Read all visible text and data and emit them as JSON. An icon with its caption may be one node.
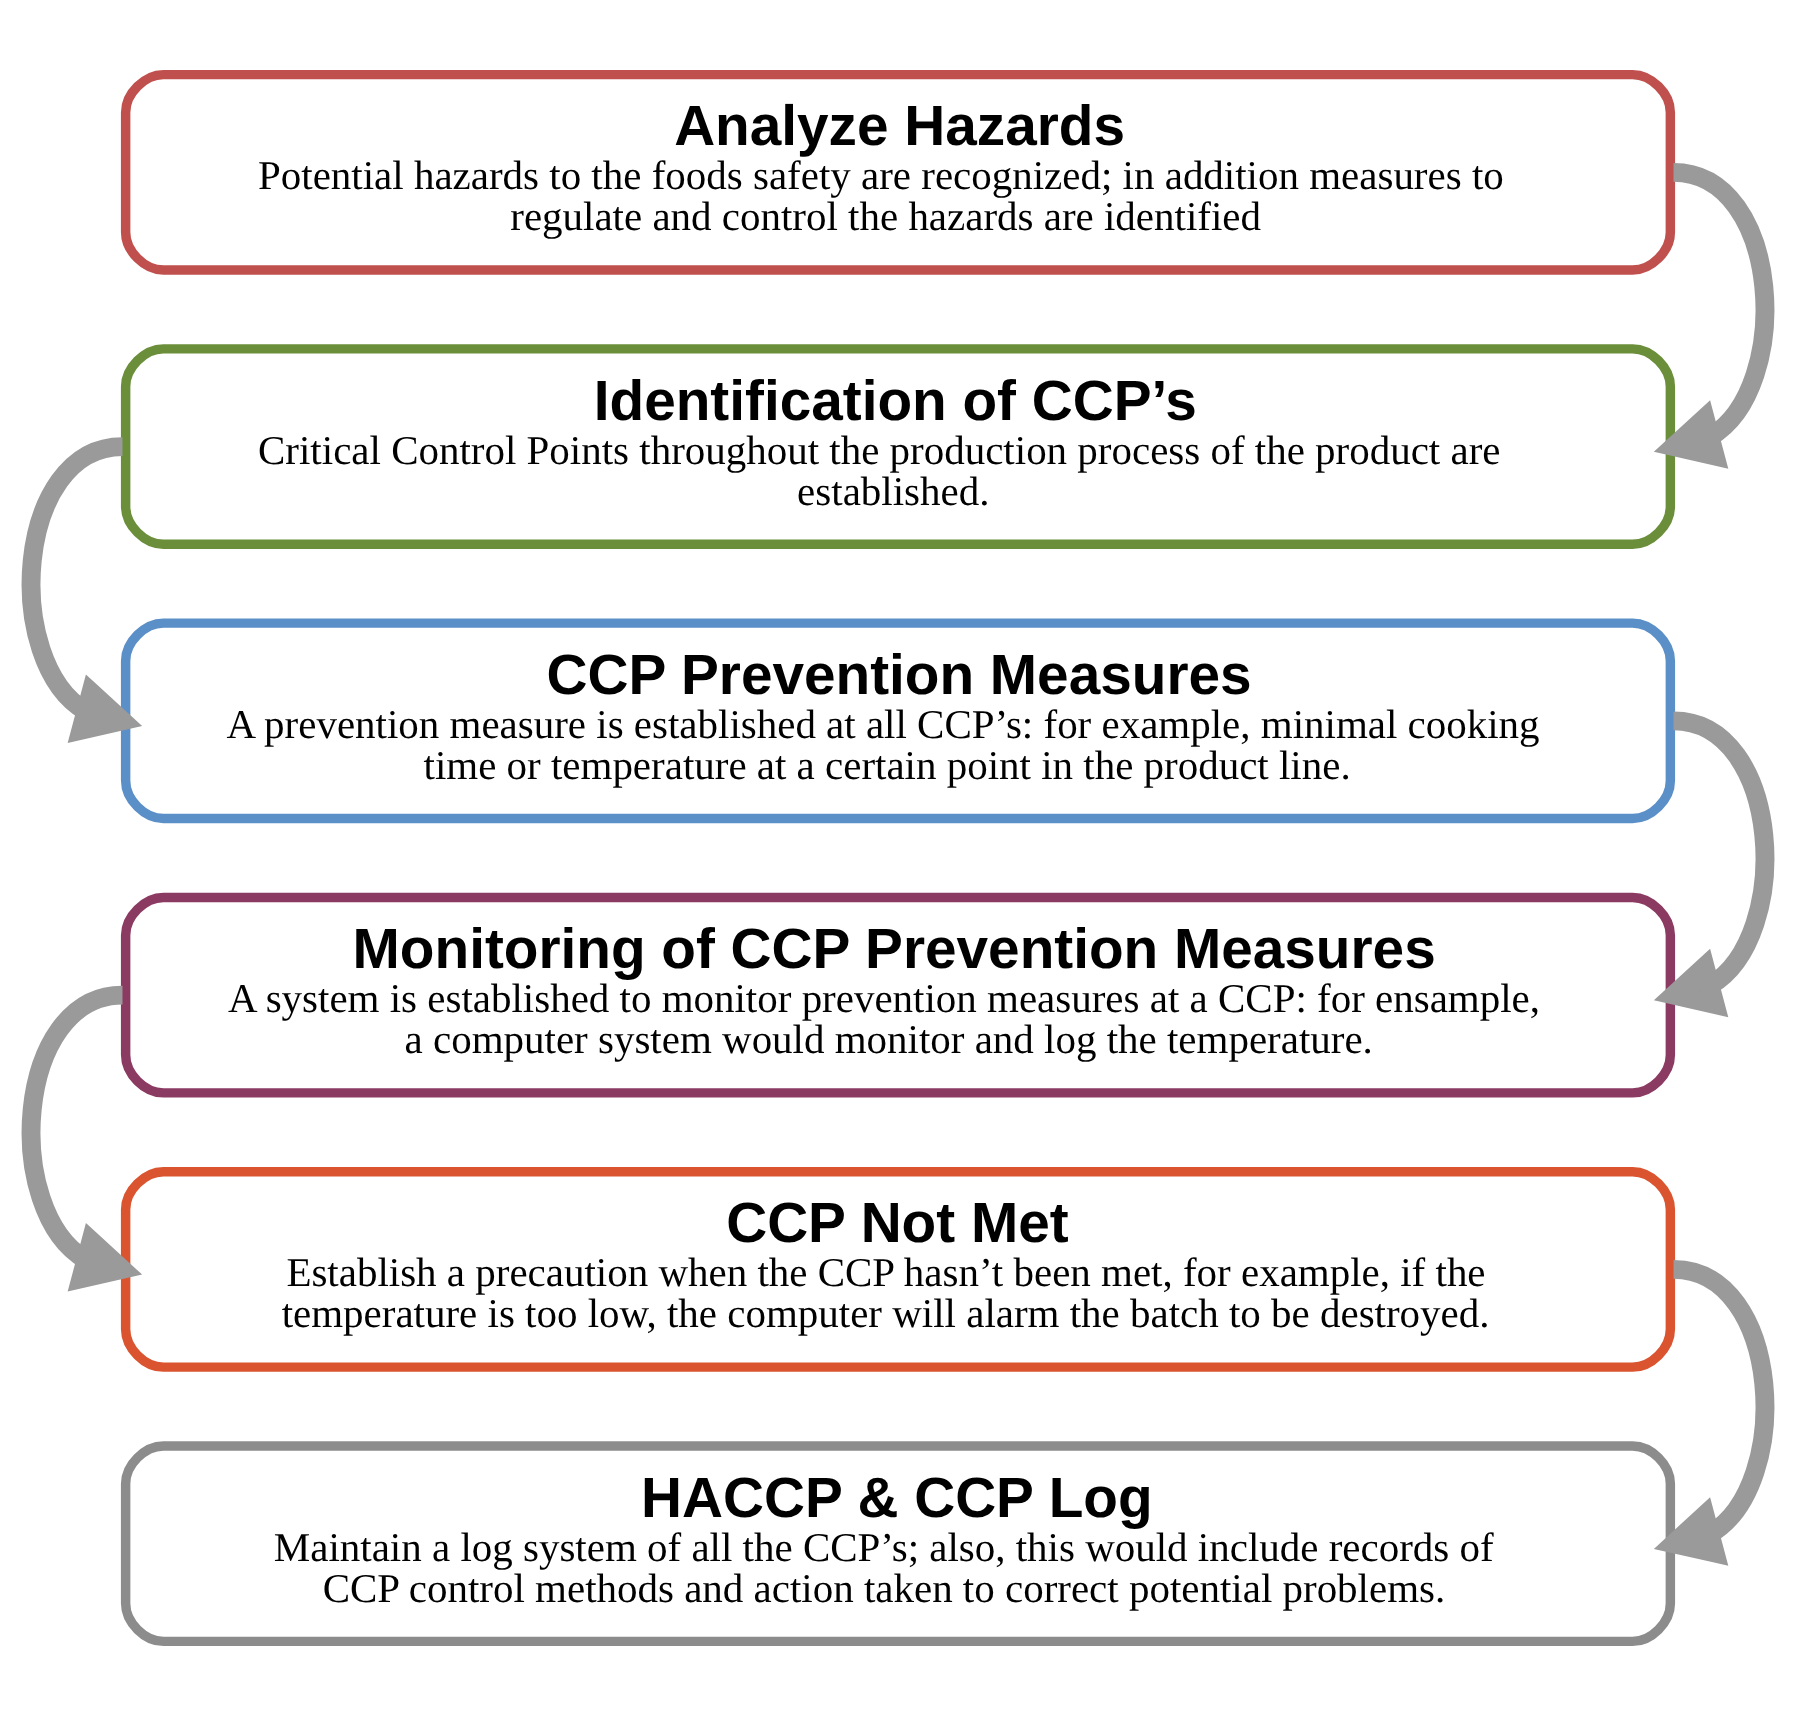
{
  "diagram": {
    "nodes": [
      {
        "text": [
          "Analyze Hazards",
          "Potential hazards to the foods safety are recognized; in addition measures to regulate and control the hazards are identified"
        ]
      },
      {
        "text": [
          "Identification of CCP’s",
          "Critical Control Points throughout the production process of the product are established."
        ]
      },
      {
        "text": [
          "CCP Prevention Measures",
          "A prevention measure is established at all CCP’s: for example, minimal cooking time or temperature at a certain point in the product line."
        ]
      },
      {
        "text": [
          "Monitoring of CCP Prevention Measures",
          "A system is established to monitor prevention measures at a CCP: for ensample, a computer system would monitor and log the temperature."
        ]
      },
      {
        "text": [
          "CCP Not Met",
          "Establish a precaution when the CCP hasn’t been met, for example, if the temperature is too low, the computer will alarm the batch to be destroyed."
        ]
      },
      {
        "text": [
          "HACCP & CCP Log",
          "Maintain a log system of all the CCP’s; also, this would include records of CCP control methods and action taken to correct potential problems."
        ]
      }
    ],
    "edges": [
      {
        "from": 0,
        "to": 1,
        "arrow": "to"
      },
      {
        "from": 1,
        "to": 2,
        "arrow": "to"
      },
      {
        "from": 2,
        "to": 3,
        "arrow": "to"
      },
      {
        "from": 3,
        "to": 4,
        "arrow": "to"
      },
      {
        "from": 4,
        "to": 5,
        "arrow": "to"
      }
    ]
  }
}
